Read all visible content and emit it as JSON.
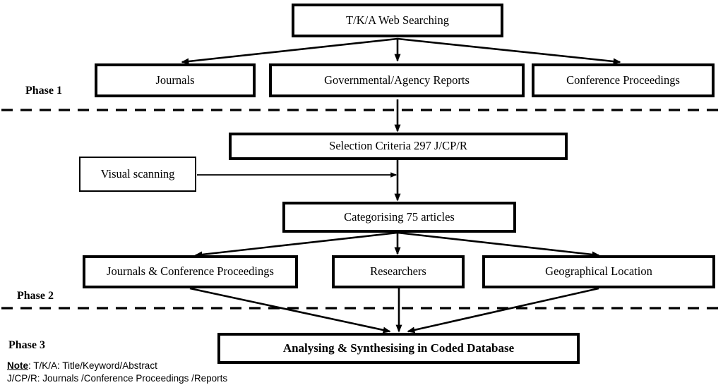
{
  "diagram": {
    "title": "Research methodology flowchart",
    "accent_color": "#000000",
    "background_color": "#ffffff"
  },
  "nodes": {
    "web_search": "T/K/A Web Searching",
    "journals": "Journals",
    "gov_reports": "Governmental/Agency Reports",
    "conference": "Conference Proceedings",
    "selection": "Selection Criteria 297 J/CP/R",
    "visual_scanning": "Visual scanning",
    "categorising": "Categorising 75 articles",
    "journals_conf": "Journals & Conference Proceedings",
    "researchers": "Researchers",
    "geographical": "Geographical Location",
    "analysing": "Analysing & Synthesising in Coded Database"
  },
  "phases": {
    "phase1": "Phase 1",
    "phase2": "Phase 2",
    "phase3": "Phase 3"
  },
  "note": {
    "label": "Note",
    "line1_rest": ": T/K/A: Title/Keyword/Abstract",
    "line2": "J/CP/R: Journals /Conference Proceedings /Reports"
  },
  "chart_data": {
    "type": "diagram",
    "layout": "top-down flowchart with three phases separated by dashed lines",
    "levels": [
      {
        "level": 1,
        "nodes": [
          "T/K/A Web Searching"
        ]
      },
      {
        "level": 2,
        "nodes": [
          "Journals",
          "Governmental/Agency Reports",
          "Conference Proceedings"
        ]
      },
      {
        "level": 3,
        "nodes": [
          "Selection Criteria 297 J/CP/R",
          "Visual scanning"
        ]
      },
      {
        "level": 4,
        "nodes": [
          "Categorising 75 articles"
        ]
      },
      {
        "level": 5,
        "nodes": [
          "Journals & Conference Proceedings",
          "Researchers",
          "Geographical Location"
        ]
      },
      {
        "level": 6,
        "nodes": [
          "Analysing & Synthesising in Coded Database"
        ]
      }
    ],
    "edges": [
      {
        "from": "T/K/A Web Searching",
        "to": "Journals"
      },
      {
        "from": "T/K/A Web Searching",
        "to": "Governmental/Agency Reports"
      },
      {
        "from": "T/K/A Web Searching",
        "to": "Conference Proceedings"
      },
      {
        "from": "Governmental/Agency Reports",
        "to": "Selection Criteria 297 J/CP/R"
      },
      {
        "from": "Selection Criteria 297 J/CP/R",
        "to": "Categorising 75 articles"
      },
      {
        "from": "Visual scanning",
        "to": "Selection Criteria 297 J/CP/R"
      },
      {
        "from": "Categorising 75 articles",
        "to": "Journals & Conference Proceedings"
      },
      {
        "from": "Categorising 75 articles",
        "to": "Researchers"
      },
      {
        "from": "Categorising 75 articles",
        "to": "Geographical Location"
      },
      {
        "from": "Journals & Conference Proceedings",
        "to": "Analysing & Synthesising in Coded Database"
      },
      {
        "from": "Researchers",
        "to": "Analysing & Synthesising in Coded Database"
      },
      {
        "from": "Geographical Location",
        "to": "Analysing & Synthesising in Coded Database"
      }
    ]
  }
}
